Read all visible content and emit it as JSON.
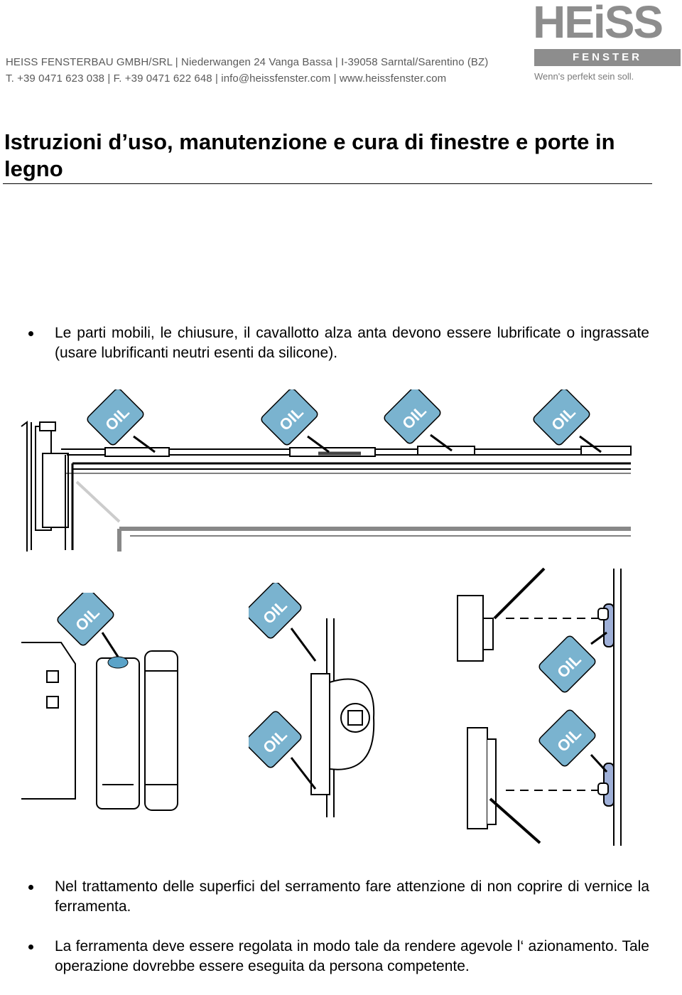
{
  "header": {
    "company_line": "HEISS FENSTERBAU GMBH/SRL | Niederwangen 24 Vanga Bassa | I-39058 Sarntal/Sarentino (BZ)",
    "contact_line": "T. +39 0471 623 038 | F. +39 0471 622 648 | info@heissfenster.com | www.heissfenster.com"
  },
  "logo": {
    "word": "HEiSS",
    "sub": "FENSTER",
    "tagline": "Wenn's perfekt sein soll."
  },
  "title": "Istruzioni d’uso, manutenzione e cura di finestre e porte in legno",
  "bullets": [
    "Le parti mobili, le chiusure, il cavallotto alza anta devono essere lubrificate o ingrassate  (usare lubrificanti neutri esenti da silicone).",
    "Nel trattamento delle superfici del serramento fare attenzione di non coprire di vernice la ferramenta.",
    "La ferramenta deve essere regolata in modo tale da rendere agevole l‘ azionamento. Tale operazione dovrebbe essere eseguita da persona competente."
  ],
  "oil_label": "OIL",
  "colors": {
    "oil_tag": "#7ab3cf",
    "oil_text": "#ffffff",
    "logo_gray": "#8d8d8d"
  }
}
